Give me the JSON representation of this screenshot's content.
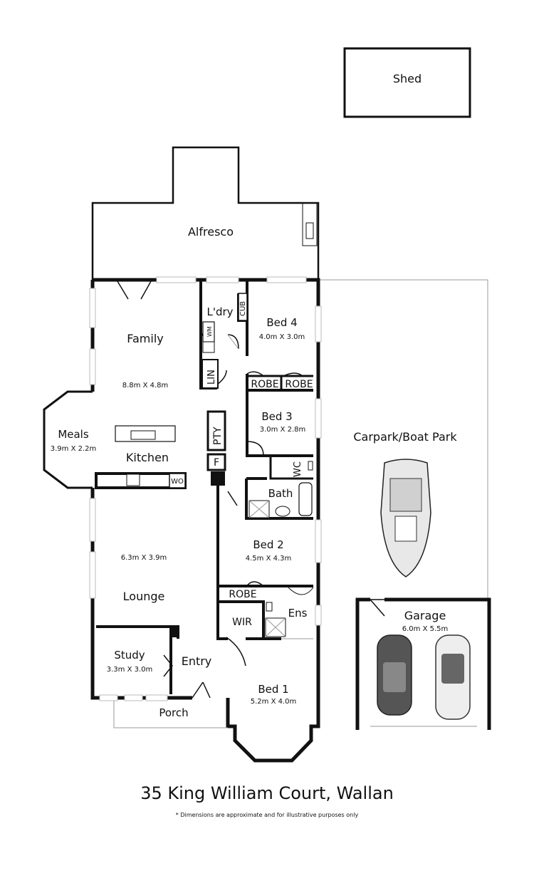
{
  "plan": {
    "address": "35 King William Court, Wallan",
    "disclaimer": "* Dimensions are approximate and for illustrative purposes only",
    "rooms": {
      "shed": {
        "name": "Shed"
      },
      "alfresco": {
        "name": "Alfresco"
      },
      "family": {
        "name": "Family",
        "dims": "8.8m X 4.8m"
      },
      "laundry": {
        "name": "L'dry"
      },
      "cub": {
        "name": "CUB"
      },
      "wm": {
        "name": "WM"
      },
      "lin": {
        "name": "LIN"
      },
      "bed4": {
        "name": "Bed 4",
        "dims": "4.0m X 3.0m"
      },
      "robe4": {
        "name": "ROBE"
      },
      "robe3": {
        "name": "ROBE"
      },
      "bed3": {
        "name": "Bed 3",
        "dims": "3.0m X 2.8m"
      },
      "pty": {
        "name": "PTY"
      },
      "fridge": {
        "name": "F"
      },
      "meals": {
        "name": "Meals",
        "dims": "3.9m X 2.2m"
      },
      "kitchen": {
        "name": "Kitchen"
      },
      "wo": {
        "name": "WO"
      },
      "wc": {
        "name": "WC"
      },
      "bath": {
        "name": "Bath"
      },
      "carpark": {
        "name": "Carpark/Boat Park"
      },
      "bed2": {
        "name": "Bed 2",
        "dims": "4.5m X 4.3m"
      },
      "lounge": {
        "name": "Lounge",
        "dims": "6.3m X 3.9m"
      },
      "robe2": {
        "name": "ROBE"
      },
      "ens": {
        "name": "Ens"
      },
      "wir": {
        "name": "WIR"
      },
      "garage": {
        "name": "Garage",
        "dims": "6.0m X 5.5m"
      },
      "study": {
        "name": "Study",
        "dims": "3.3m X 3.0m"
      },
      "entry": {
        "name": "Entry"
      },
      "bed1": {
        "name": "Bed 1",
        "dims": "5.2m X 4.0m"
      },
      "porch": {
        "name": "Porch"
      }
    }
  }
}
